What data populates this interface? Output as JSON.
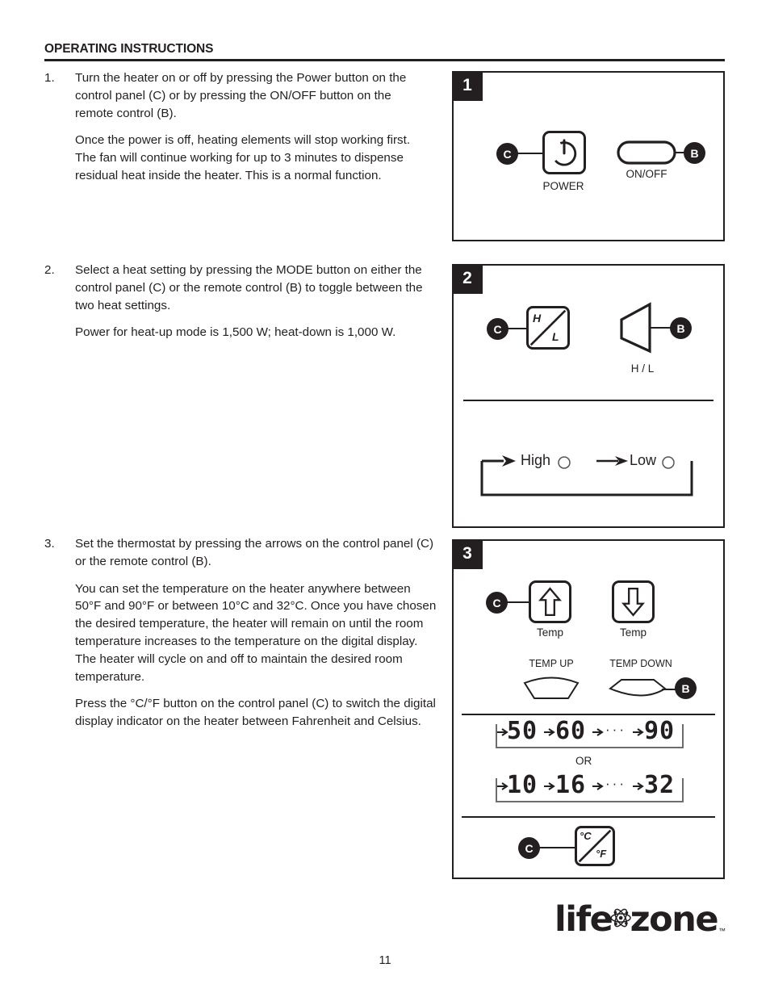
{
  "document": {
    "header_title": "OPERATING INSTRUCTIONS",
    "page_number": "11"
  },
  "steps": [
    {
      "number": "1.",
      "paragraphs": [
        "Turn the heater on or off by pressing the Power button on the control panel (C) or by pressing the ON/OFF button on the remote control (B).",
        "Once the power is off, heating elements will stop working first. The fan will continue working for up to 3 minutes to dispense residual heat inside the heater. This is a normal function."
      ]
    },
    {
      "number": "2.",
      "paragraphs": [
        "Select a heat setting by pressing the MODE button on either the control panel (C) or the remote control (B) to toggle between the two heat settings.",
        "Power for heat-up mode is 1,500 W; heat-down is 1,000 W."
      ]
    },
    {
      "number": "3.",
      "paragraphs": [
        "Set the thermostat by pressing the arrows on the control panel (C) or the remote control (B).",
        "You can set the temperature on the heater anywhere between 50°F and 90°F or between 10°C and 32°C. Once you have chosen the desired temperature, the heater will remain on until the room temperature increases to the temperature on the digital display. The heater will cycle on and off to maintain the desired room temperature.",
        "Press the °C/°F button on the control panel (C) to switch the digital display indicator on the heater between Fahrenheit and Celsius."
      ]
    }
  ],
  "panels": [
    {
      "tab": "1",
      "callout_control_panel": "C",
      "callout_remote": "B",
      "power_button_label": "POWER",
      "remote_button_label": "ON/OFF"
    },
    {
      "tab": "2",
      "callout_control_panel": "C",
      "callout_remote": "B",
      "mode_button_high": "H",
      "mode_button_low": "L",
      "remote_button_label": "H / L",
      "cycle_high": "High",
      "cycle_low": "Low"
    },
    {
      "tab": "3",
      "callout_control_panel": "C",
      "callout_remote": "B",
      "callout_unit_button": "C",
      "temp_up_label": "Temp",
      "temp_down_label": "Temp",
      "remote_temp_up_label": "TEMP UP",
      "remote_temp_down_label": "TEMP DOWN",
      "display_fahrenheit": [
        "50",
        "60",
        "90"
      ],
      "display_celsius": [
        "10",
        "16",
        "32"
      ],
      "display_ellipsis": "···",
      "or_label": "OR",
      "unit_button_celsius": "°C",
      "unit_button_fahrenheit": "°F"
    }
  ],
  "logo": {
    "word_left": "life",
    "word_right": "zone",
    "trademark": "™"
  },
  "colors": {
    "ink": "#231f20",
    "lcd_frame": "#6d6d6d",
    "paper": "#ffffff"
  }
}
